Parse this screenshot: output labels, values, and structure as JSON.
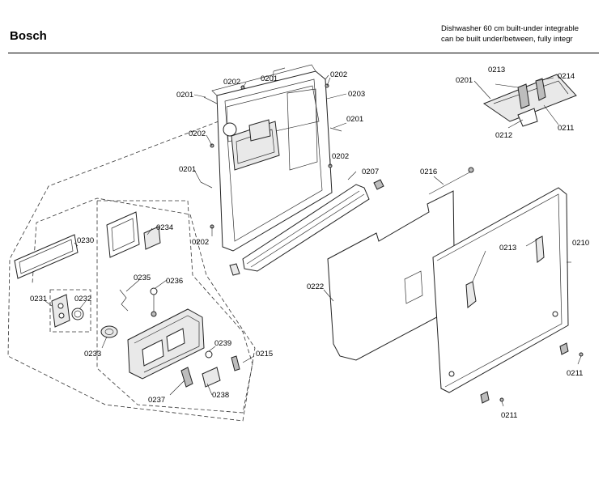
{
  "header": {
    "brand": "Bosch",
    "description_line1": "Dishwasher 60 cm built-under integrable",
    "description_line2": "can be built under/between, fully integr"
  },
  "callouts": {
    "c_0201_a": "0201",
    "c_0201_b": "0201",
    "c_0201_c": "0201",
    "c_0201_d": "0201",
    "c_0201_e": "0201",
    "c_0202_a": "0202",
    "c_0202_b": "0202",
    "c_0202_c": "0202",
    "c_0202_d": "0202",
    "c_0202_e": "0202",
    "c_0203": "0203",
    "c_0207": "0207",
    "c_0210": "0210",
    "c_0211_a": "0211",
    "c_0211_b": "0211",
    "c_0211_c": "0211",
    "c_0212": "0212",
    "c_0213_a": "0213",
    "c_0213_b": "0213",
    "c_0214": "0214",
    "c_0215": "0215",
    "c_0216": "0216",
    "c_0222": "0222",
    "c_0230": "0230",
    "c_0231": "0231",
    "c_0232": "0232",
    "c_0233": "0233",
    "c_0234": "0234",
    "c_0235": "0235",
    "c_0236": "0236",
    "c_0237": "0237",
    "c_0238": "0238",
    "c_0239": "0239"
  }
}
